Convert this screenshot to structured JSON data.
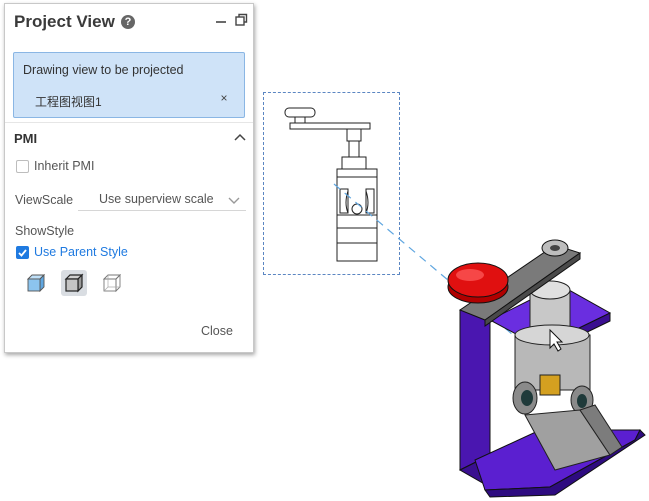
{
  "panel": {
    "title": "Project View",
    "help_icon": "help-icon",
    "minimize_icon": "minimize-icon",
    "restore_icon": "restore-icon",
    "selection": {
      "label": "Drawing view to be projected",
      "item": "工程图视图1",
      "remove": "×"
    },
    "pmi": {
      "title": "PMI",
      "inherit_label": "Inherit PMI",
      "inherit_checked": false,
      "viewscale_label": "ViewScale",
      "viewscale_value": "Use superview scale",
      "showstyle_label": "ShowStyle",
      "use_parent_style_label": "Use Parent Style",
      "use_parent_style_checked": true,
      "style_options": [
        "shaded-style-icon",
        "shaded-with-edges-style-icon",
        "wireframe-style-icon"
      ]
    },
    "close_label": "Close"
  },
  "colors": {
    "accent": "#1f7ae0",
    "selection_bg": "#cfe3f8",
    "model_purple": "#5b1fd0",
    "button_red": "#e01010",
    "projection_frame": "#5b86c2"
  }
}
